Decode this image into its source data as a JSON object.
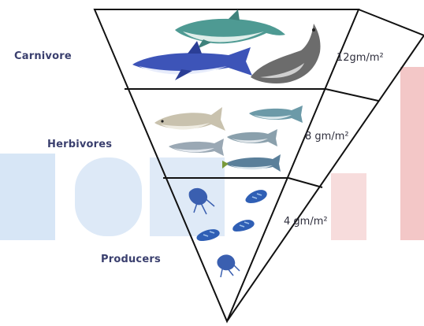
{
  "levels": [
    {
      "id": "carnivore",
      "label": "Carnivore",
      "biomass": "12gm/m²"
    },
    {
      "id": "herbivores",
      "label": "Herbivores",
      "biomass": "8 gm/m²"
    },
    {
      "id": "producers",
      "label": "Producers",
      "biomass": "4 gm/m²"
    }
  ],
  "colors": {
    "outline": "#111111",
    "label": "#3a3f6e",
    "watermark_blue": "#d7e6f6",
    "watermark_red": "#f3c7c7"
  },
  "icons": {
    "carnivore": [
      "dolphin-icon",
      "shark-icon",
      "catfish-icon"
    ],
    "herbivores": [
      "large-fish-icon",
      "small-fish-icon",
      "small-fish-icon",
      "small-fish-icon",
      "small-fish-icon"
    ],
    "producers": [
      "plankton-icon",
      "plankton-icon",
      "plankton-icon",
      "plankton-icon",
      "plankton-icon"
    ]
  }
}
